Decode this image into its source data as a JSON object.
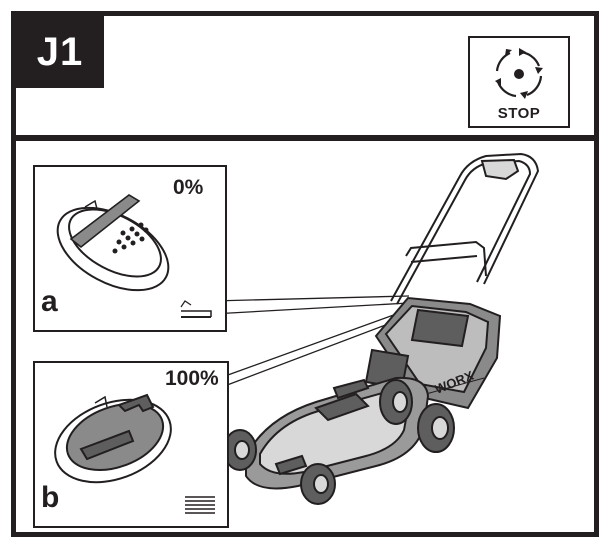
{
  "step": {
    "label": "J1"
  },
  "stop_sign": {
    "label": "STOP",
    "icon": "rotating-blade-stop-icon"
  },
  "height_setting_a": {
    "letter": "a",
    "value": "0%",
    "icon": "low-grass-icon"
  },
  "height_setting_b": {
    "letter": "b",
    "value": "100%",
    "icon": "full-grass-icon"
  },
  "mower": {
    "brand": "WORX"
  },
  "colors": {
    "ink": "#231f20",
    "paper": "#ffffff",
    "shade": "#8a8a8a",
    "light_shade": "#d8d8d8"
  }
}
